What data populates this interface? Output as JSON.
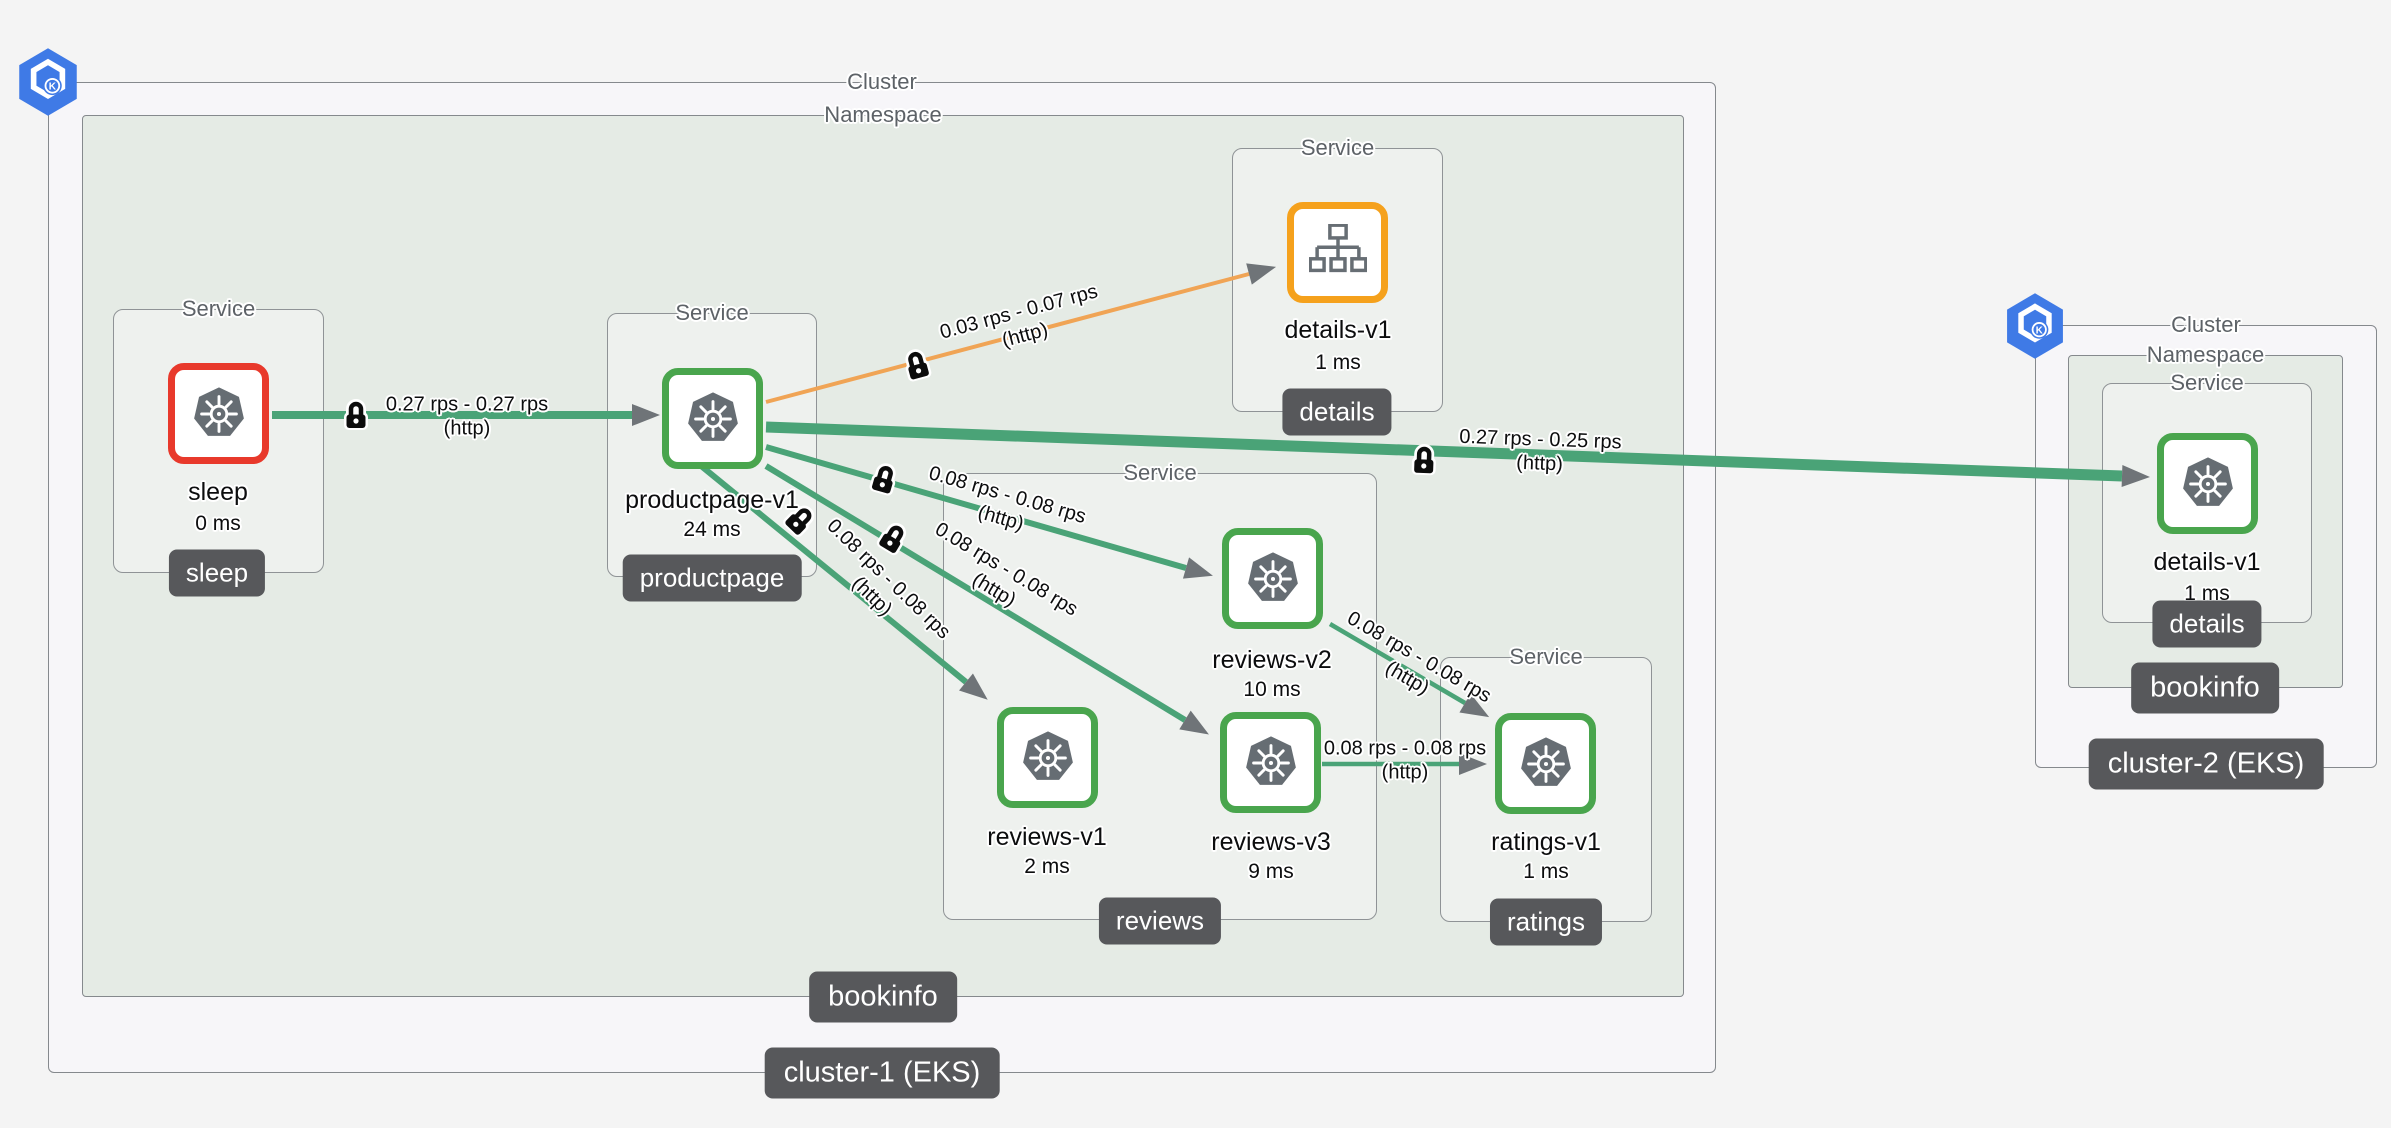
{
  "box_labels": {
    "cluster": "Cluster",
    "namespace": "Namespace",
    "service": "Service"
  },
  "clusters": [
    {
      "name": "cluster-1 (EKS)",
      "namespace": "bookinfo"
    },
    {
      "name": "cluster-2 (EKS)",
      "namespace": "bookinfo"
    }
  ],
  "services": [
    {
      "badge": "sleep"
    },
    {
      "badge": "productpage"
    },
    {
      "badge": "details"
    },
    {
      "badge": "reviews"
    },
    {
      "badge": "ratings"
    },
    {
      "badge": "details"
    }
  ],
  "nodes": [
    {
      "label": "sleep",
      "latency": "0 ms",
      "status": "danger",
      "icon": "kubernetes"
    },
    {
      "label": "productpage-v1",
      "latency": "24 ms",
      "status": "healthy",
      "icon": "kubernetes"
    },
    {
      "label": "details-v1",
      "latency": "1 ms",
      "status": "warning",
      "icon": "sitemap"
    },
    {
      "label": "reviews-v2",
      "latency": "10 ms",
      "status": "healthy",
      "icon": "kubernetes"
    },
    {
      "label": "reviews-v1",
      "latency": "2 ms",
      "status": "healthy",
      "icon": "kubernetes"
    },
    {
      "label": "reviews-v3",
      "latency": "9 ms",
      "status": "healthy",
      "icon": "kubernetes"
    },
    {
      "label": "ratings-v1",
      "latency": "1 ms",
      "status": "healthy",
      "icon": "kubernetes"
    },
    {
      "label": "details-v1",
      "latency": "1 ms",
      "status": "healthy",
      "icon": "kubernetes"
    }
  ],
  "edges": [
    {
      "from": "sleep",
      "to": "productpage-v1",
      "rate": "0.27 rps - 0.27 rps",
      "proto": "(http)",
      "secured": true,
      "color": "green"
    },
    {
      "from": "productpage-v1",
      "to": "details-v1",
      "rate": "0.03 rps - 0.07 rps",
      "proto": "(http)",
      "secured": true,
      "color": "orange"
    },
    {
      "from": "productpage-v1",
      "to": "details-v1 cluster-2",
      "rate": "0.27 rps - 0.25 rps",
      "proto": "(http)",
      "secured": true,
      "color": "green"
    },
    {
      "from": "productpage-v1",
      "to": "reviews-v2",
      "rate": "0.08 rps - 0.08 rps",
      "proto": "(http)",
      "secured": true,
      "color": "green"
    },
    {
      "from": "productpage-v1",
      "to": "reviews-v3",
      "rate": "0.08 rps - 0.08 rps",
      "proto": "(http)",
      "secured": true,
      "color": "green"
    },
    {
      "from": "productpage-v1",
      "to": "reviews-v1",
      "rate": "0.08 rps - 0.08 rps",
      "proto": "(http)",
      "secured": true,
      "color": "green"
    },
    {
      "from": "reviews-v2",
      "to": "ratings-v1",
      "rate": "0.08 rps - 0.08 rps",
      "proto": "(http)",
      "secured": false,
      "color": "green"
    },
    {
      "from": "reviews-v3",
      "to": "ratings-v1",
      "rate": "0.08 rps - 0.08 rps",
      "proto": "(http)",
      "secured": false,
      "color": "green"
    }
  ],
  "colors": {
    "healthy_green": "#49a54d",
    "warning_orange": "#f5a11c",
    "danger_red": "#e8392b",
    "edge_green": "#4aa377",
    "edge_orange": "#f0a455",
    "arrow_gray": "#6f7478",
    "kubernetes_blue": "#3f7ae6",
    "badge_gray": "#57585b"
  }
}
